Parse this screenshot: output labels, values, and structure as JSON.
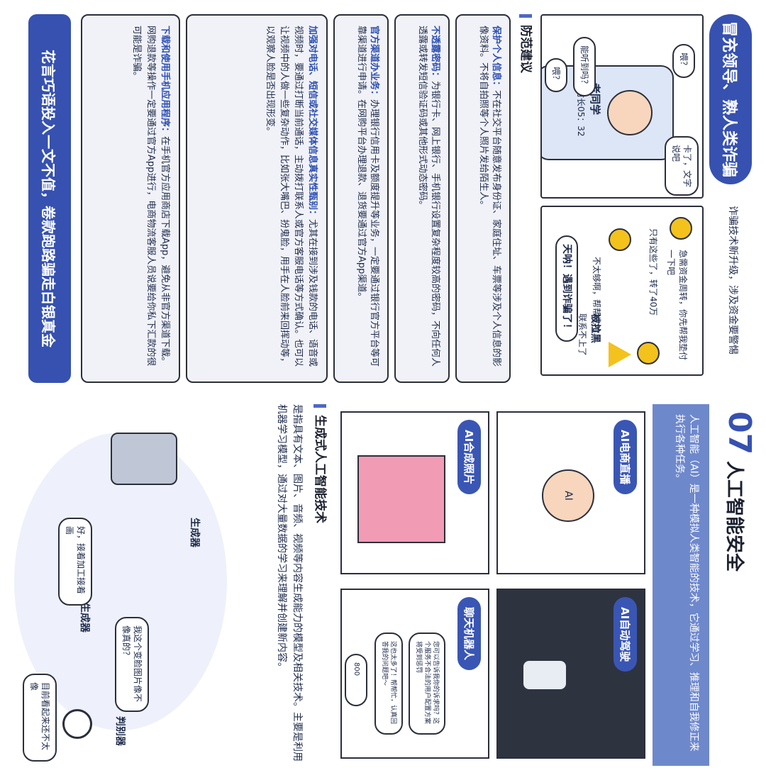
{
  "top": {
    "banner_title": "冒充领导、熟人类诈骗",
    "intro_text": "诈骗技术新升级，涉及资金要警惕",
    "call": {
      "caller_name": "老同学",
      "call_duration": "通话时长05：32",
      "bubble_1": "能听到吗？",
      "bubble_2": "喂？",
      "bubble_3": "喂？",
      "bubble_4": "卡了，文字说吧"
    },
    "comic_2": {
      "bubble_1": "急需资金周转，你先帮我垫付一下吧",
      "bubble_2": "只有这些了，转了40万",
      "bubble_3": "不太够啊，帮帮忙哈",
      "shout": "天呐！遇到诈骗了！",
      "blocked": "被拉黑",
      "unreachable": "联系不上了"
    }
  },
  "advice": {
    "title": "防范建议",
    "items": [
      {
        "key": "保护个人信息：",
        "text": "不在社交平台随意发布身份证、家庭住址、车票等涉及个人信息的影像资料。不将自拍照等个人照片发给陌生人。"
      },
      {
        "key": "不透露密码：",
        "text": "为银行卡、网上银行、手机银行设置复杂程度较高的密码，不向任何人透露或转发短信验证码或其他形式动态密码。"
      },
      {
        "key": "官方渠道办业务：",
        "text": "办理银行信用卡及额度提升等业务，一定要通过银行官方平台等可靠渠道进行申请。在网购平台办理退款、退货要通过官方App渠道。"
      },
      {
        "key": "加强对电话、短信或社交媒体信息真实性甄别：",
        "text": "尤其在接到涉及钱款的电话、语音或视频时，要通过打断当前通话，主动拨打联系人或官方客服电话等方式确认。也可以让视频中的人做一些复杂动作，比如张大嘴巴、扮鬼脸，用手在人脸前来回挥动等，以观察人脸是否出现形变。"
      },
      {
        "key": "下载和使用手机应用程序：",
        "text": "在手机官方应用商店下载App，避免从非官方渠道下载。网购退款等操作一定要通过官方App进行，电商物流客服人员说要给你私下汇款的很可能是诈骗。"
      }
    ],
    "bottom_banner": "花言巧语投入一文不值，卷款跑路骗走白银真金"
  },
  "ai": {
    "number": "07",
    "title": "人工智能安全",
    "intro": "人工智能（AI）是一种模拟人类智能的技术，它通过学习、推理和自我修正来执行各种任务。",
    "panels": [
      {
        "tag": "AI电商直播",
        "label": "AI"
      },
      {
        "tag": "AI自动驾驶"
      },
      {
        "tag": "AI合成照片"
      },
      {
        "tag": "聊天机器人",
        "chat_1": "您可以告诉我你的诉求吗？这个服务不合法的用户配置方案将受到惩罚",
        "chat_2": "这也太多了！帮帮忙，认真回答我的问题吧～",
        "input_value": "800"
      }
    ],
    "gen_title": "生成式人工智能技术",
    "gen_text": "是指具有文本、图片、音频、视频等内容生成能力的模型及相关技术。主要是利用机器学习模型，通过对大量数据的学习来理解并创建新内容。",
    "diagram": {
      "generator_1": "生成器",
      "generator_2": "生成器",
      "discriminator": "判别器",
      "bubble_a": "好，接着加工接着画",
      "bubble_b": "我这个变脸图片像不像真的？",
      "bubble_c": "目前看起来还不太像"
    }
  },
  "colors": {
    "primary": "#3651b0",
    "accent_blue": "#4d68c3",
    "box_bg": "#f1f2f8",
    "light_bg": "#eef1fb"
  }
}
